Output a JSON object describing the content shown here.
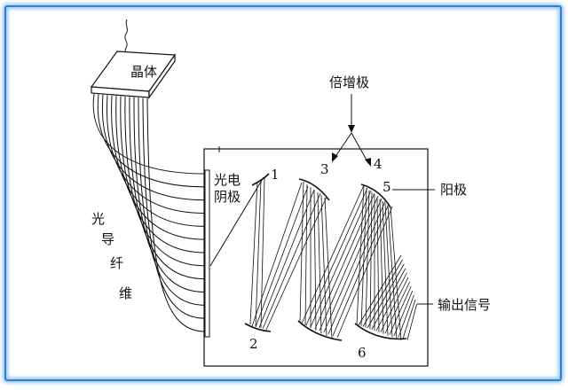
{
  "labels": {
    "crystal": "晶体",
    "dynodes": "倍增极",
    "photocathode_line1": "光电",
    "photocathode_line2": "阴极",
    "anode": "阳极",
    "output": "输出信号",
    "fiber_1": "光",
    "fiber_2": "导",
    "fiber_3": "纤",
    "fiber_4": "维"
  },
  "dynode_numbers": [
    "1",
    "2",
    "3",
    "4",
    "5",
    "6"
  ],
  "colors": {
    "frame": "#2f7fd0",
    "frame_glow": "#8fc3ee",
    "line": "#111111"
  }
}
